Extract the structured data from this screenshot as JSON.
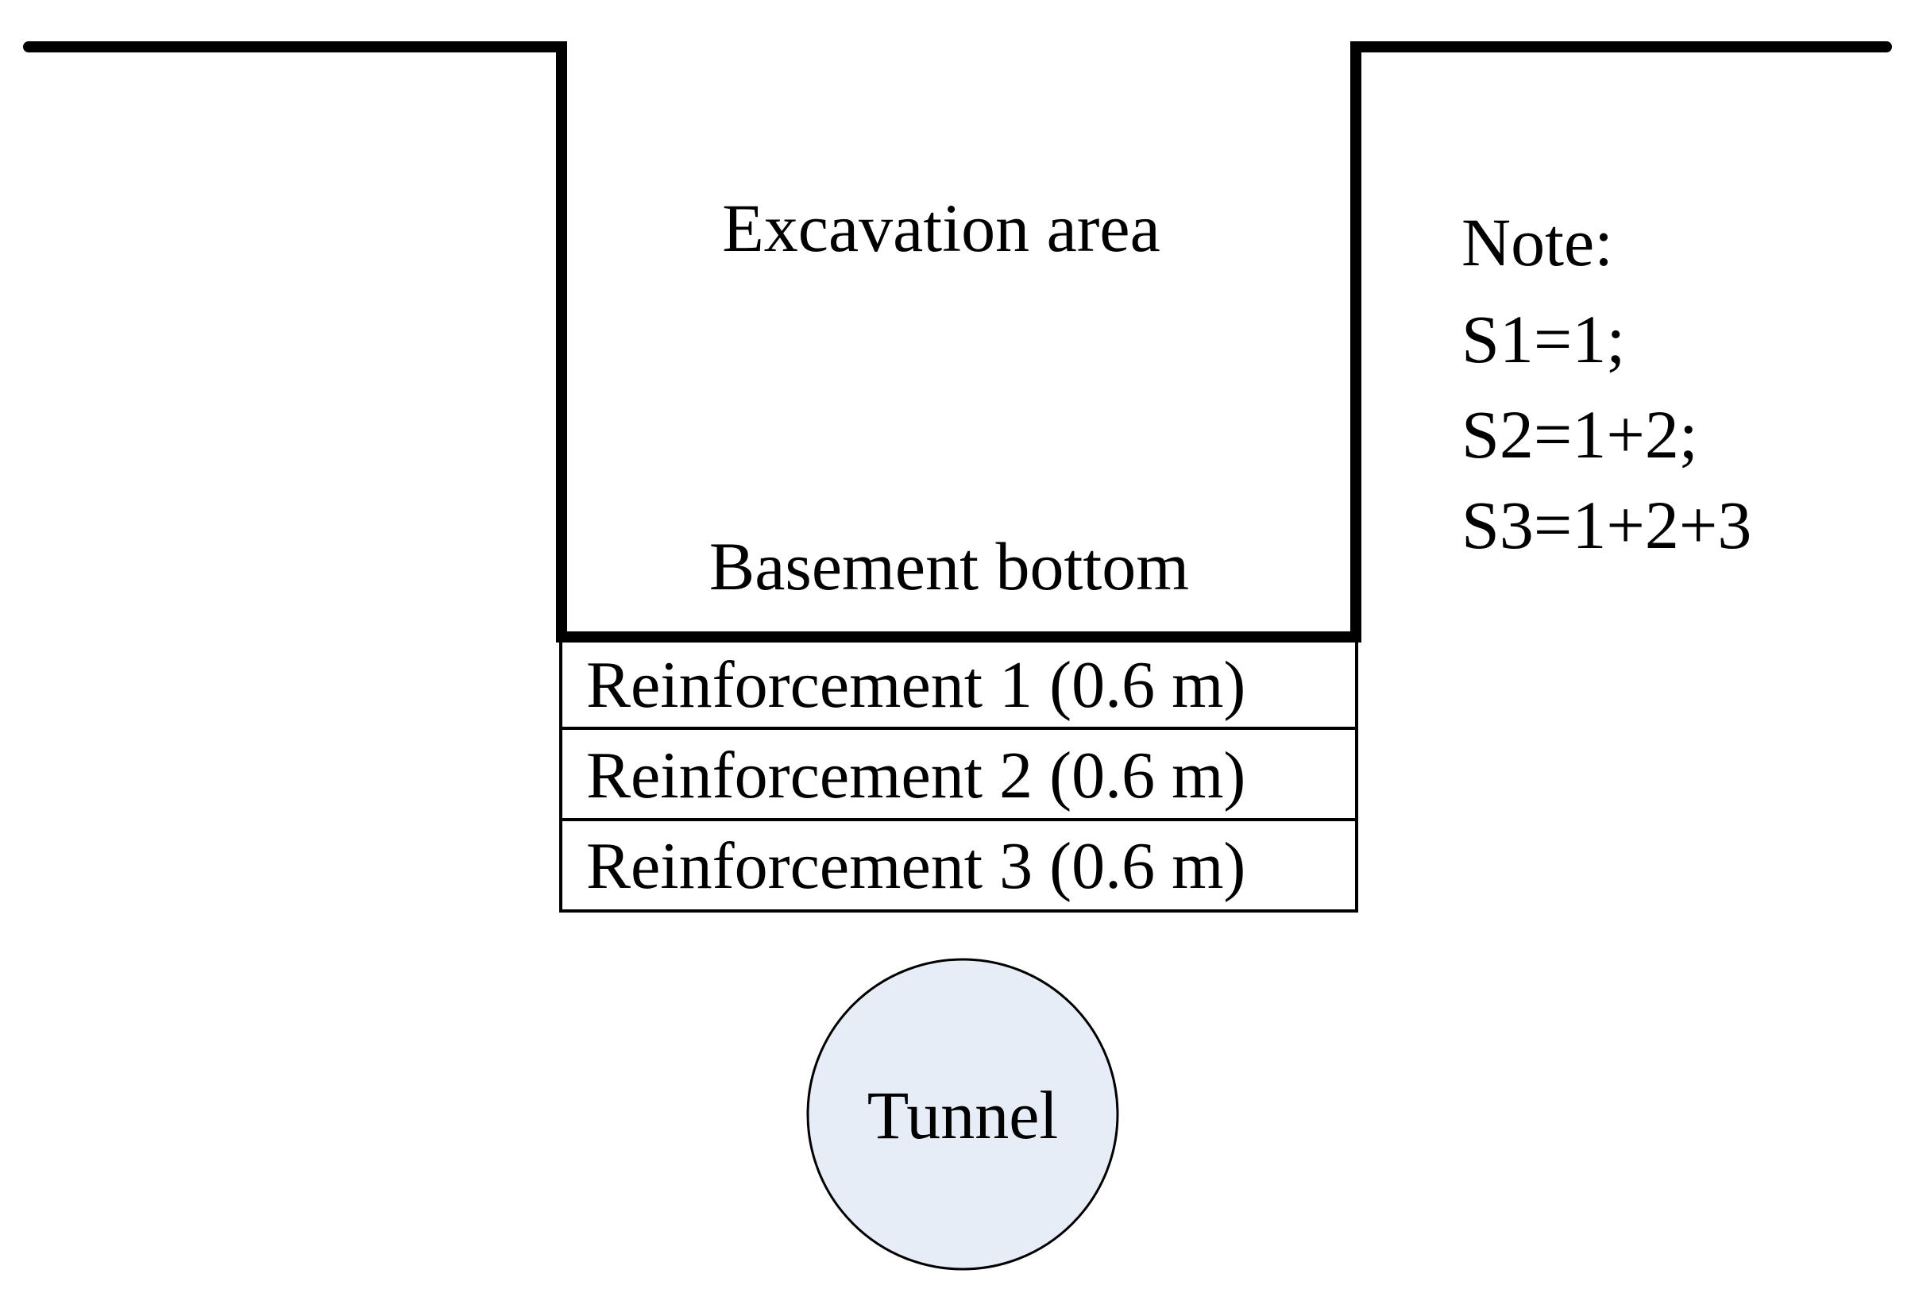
{
  "labels": {
    "excavation": "Excavation area",
    "basement": "Basement bottom",
    "tunnel": "Tunnel"
  },
  "layers": [
    "Reinforcement 1 (0.6 m)",
    "Reinforcement 2 (0.6 m)",
    "Reinforcement 3 (0.6 m)"
  ],
  "note": {
    "title": "Note:",
    "lines": [
      "S1=1;",
      "S2=1+2;",
      "S3=1+2+3"
    ]
  },
  "colors": {
    "outline": "#000000",
    "tunnel_fill": "#e6edf7",
    "background": "#ffffff"
  }
}
